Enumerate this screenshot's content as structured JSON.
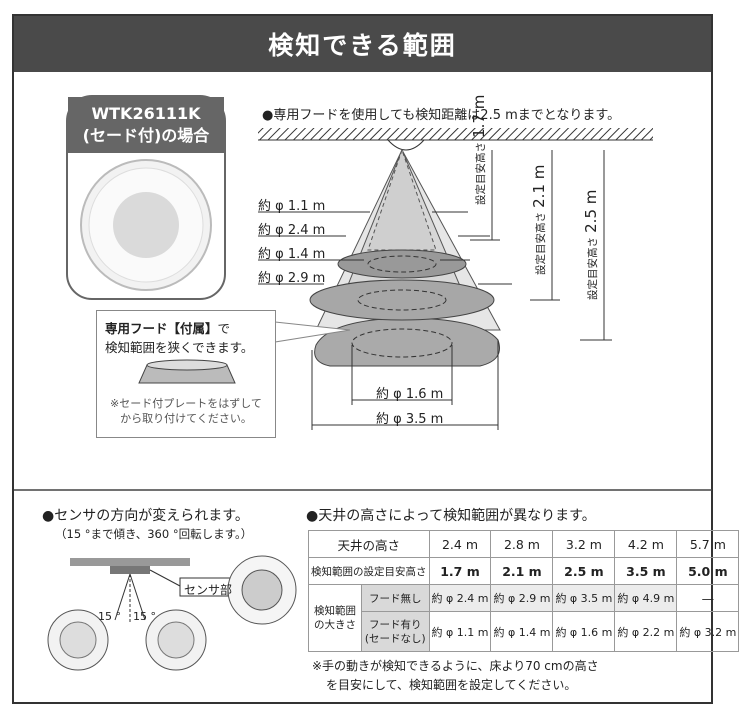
{
  "header": {
    "title": "検知できる範囲"
  },
  "badge": {
    "line1": "WTK26111K",
    "line2": "(セード付)の場合"
  },
  "main_note": "●専用フードを使用しても検知距離は2.5 mまでとなります。",
  "diameters_upper": [
    "約 φ 1.1 m",
    "約 φ 2.4 m",
    "約 φ 1.4 m",
    "約 φ 2.9 m"
  ],
  "diameters_lower": [
    "約 φ 1.6 m",
    "約 φ 3.5 m"
  ],
  "heights": [
    {
      "label": "設定目安高さ",
      "value": "1.7 m"
    },
    {
      "label": "設定目安高さ",
      "value": "2.1 m"
    },
    {
      "label": "設定目安高さ",
      "value": "2.5 m"
    }
  ],
  "callout": {
    "title_bold": "専用フード【付属】",
    "title_rest": "で",
    "line2": "検知範囲を狭くできます。",
    "note1": "※セード付プレートをはずして",
    "note2": "から取り付けてください。"
  },
  "sensor_section": {
    "heading": "●センサの方向が変えられます。",
    "sub": "（15 °まで傾き、360 °回転します。）",
    "label": "センサ部",
    "angle_left": "15 °",
    "angle_right": "15 °"
  },
  "table_section": {
    "heading": "●天井の高さによって検知範囲が異なります。",
    "header_label": "天井の高さ",
    "ceiling_heights": [
      "2.4 m",
      "2.8 m",
      "3.2 m",
      "4.2 m",
      "5.7 m"
    ],
    "setting_label": "検知範囲の設定目安高さ",
    "setting_heights": [
      "1.7 m",
      "2.1 m",
      "2.5 m",
      "3.5 m",
      "5.0 m"
    ],
    "size_label": [
      "検知範囲",
      "の大きさ"
    ],
    "no_hood_label": "フード無し",
    "no_hood_values": [
      "約 φ 2.4 m",
      "約 φ 2.9 m",
      "約 φ 3.5 m",
      "約 φ 4.9 m",
      "—"
    ],
    "hood_label": [
      "フード有り",
      "(セードなし)"
    ],
    "hood_values": [
      "約 φ 1.1 m",
      "約 φ 1.4 m",
      "約 φ 1.6 m",
      "約 φ 2.2 m",
      "約 φ 3.2 m"
    ],
    "foot1": "※手の動きが検知できるように、床より70 cmの高さ",
    "foot2": "を目安にして、検知範囲を設定してください。"
  },
  "colors": {
    "title_bg": "#4a4a4a",
    "badge_bg": "#666666",
    "cone": "#bbbbbb",
    "table_gray": "#d9d9d9"
  }
}
